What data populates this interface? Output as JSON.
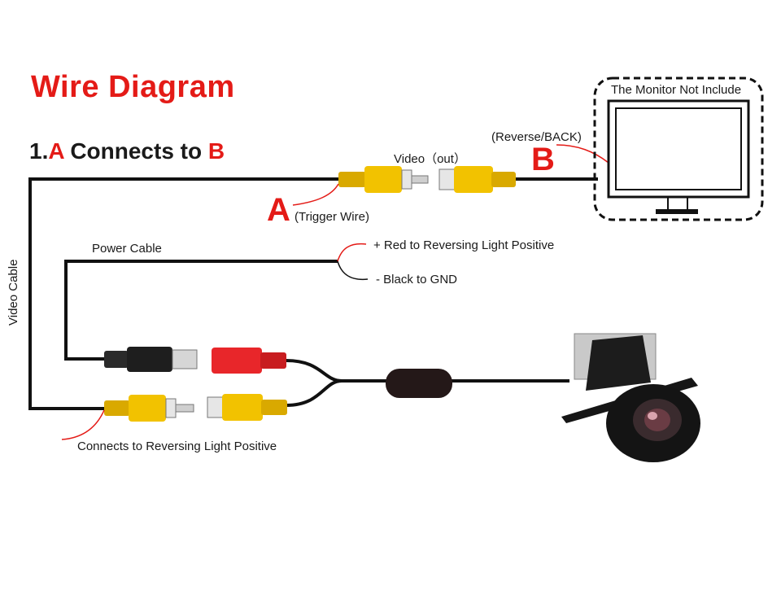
{
  "title": "Wire Diagram",
  "subtitle": {
    "prefix": "1.",
    "a": "A",
    "middle": " Connects to ",
    "b": "B"
  },
  "labels": {
    "video_out": "Video（out）",
    "reverse_back": "(Reverse/BACK)",
    "monitor_not_include": "The Monitor Not Include",
    "letter_a": "A",
    "letter_b": "B",
    "trigger_wire": "(Trigger Wire)",
    "power_cable": "Power Cable",
    "red_positive": "+ Red to Reversing Light Positive",
    "black_gnd": "- Black to GND",
    "video_cable": "Video Cable",
    "connects_reversing": "Connects to Reversing Light Positive"
  },
  "colors": {
    "accent_red": "#e41b17",
    "rca_yellow": "#f2c200",
    "dc_red": "#e8262a",
    "dc_black": "#1e1e1e",
    "wire": "#111111",
    "camera_body": "#161616"
  }
}
